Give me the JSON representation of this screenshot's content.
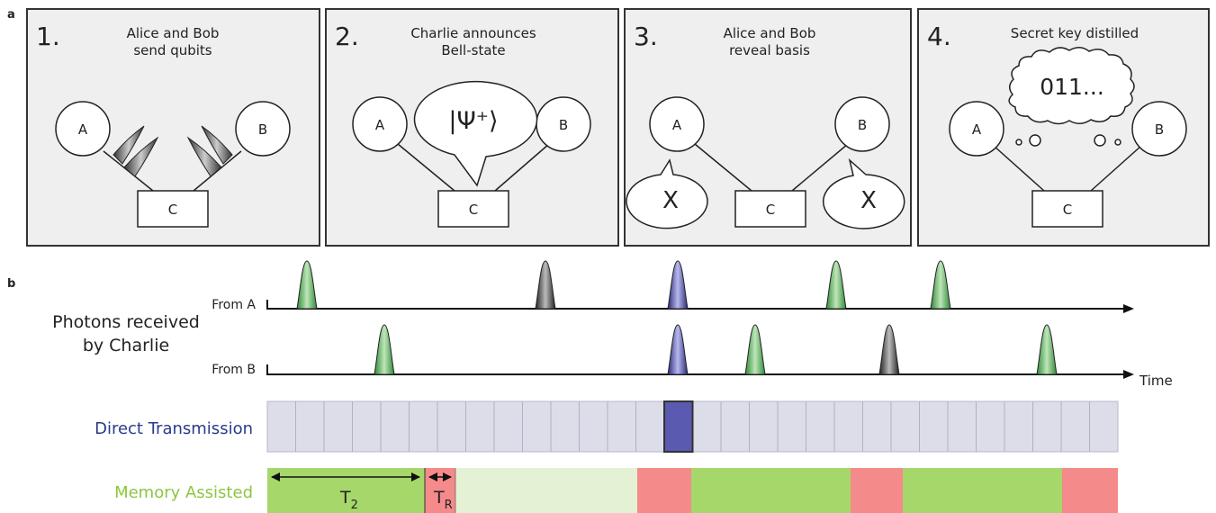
{
  "figure": {
    "part_a_label": "a",
    "part_b_label": "b"
  },
  "panels": [
    {
      "number": "1.",
      "title_line1": "Alice and Bob",
      "title_line2": "send qubits",
      "node_a": "A",
      "node_b": "B",
      "node_c": "C"
    },
    {
      "number": "2.",
      "title_line1": "Charlie announces",
      "title_line2": "Bell-state",
      "node_a": "A",
      "node_b": "B",
      "node_c": "C",
      "bubble": "|Ψ⁺⟩"
    },
    {
      "number": "3.",
      "title_line1": "Alice and Bob",
      "title_line2": "reveal basis",
      "node_a": "A",
      "node_b": "B",
      "node_c": "C",
      "bubble_left": "X",
      "bubble_right": "X"
    },
    {
      "number": "4.",
      "title_line1": "Secret key distilled",
      "title_line2": "",
      "node_a": "A",
      "node_b": "B",
      "node_c": "C",
      "thought": "011..."
    }
  ],
  "timeline": {
    "side_label_line1": "Photons received",
    "side_label_line2": "by Charlie",
    "from_a": "From A",
    "from_b": "From B",
    "time_label": "Time",
    "direct_label": "Direct Transmission",
    "memory_label": "Memory Assisted",
    "t2_label": "T",
    "t2_sub": "2",
    "tr_label": "T",
    "tr_sub": "R"
  },
  "colors": {
    "green_photon": "#5cb85c",
    "gray_photon": "#555555",
    "blue_photon": "#4a4aa8",
    "direct_label": "#2b3a8c",
    "memory_label": "#8cc63f",
    "mem_green": "#a6d76a",
    "mem_light": "#e4f1d4",
    "mem_red": "#f58a8a",
    "slot_bg": "#dcdde8"
  }
}
